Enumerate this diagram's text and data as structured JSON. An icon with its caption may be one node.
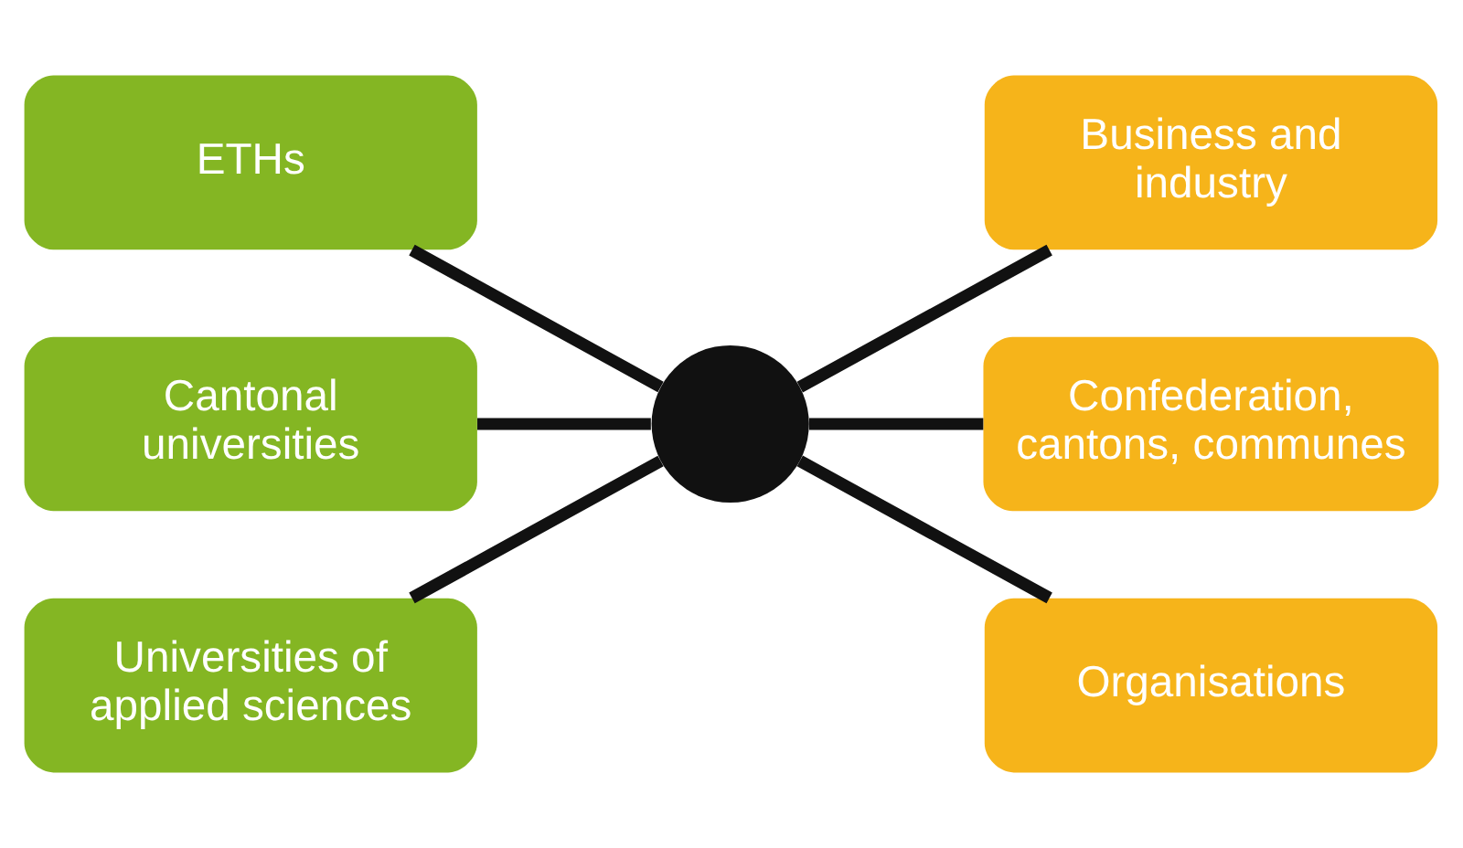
{
  "diagram": {
    "nodes": [
      {
        "text": [
          "ETHs"
        ]
      },
      {
        "text": [
          "Cantonal universities"
        ]
      },
      {
        "text": [
          "Universities of applied sciences"
        ]
      },
      {
        "text": [
          "Business and industry"
        ]
      },
      {
        "text": [
          "Confederation, cantons, communes"
        ]
      },
      {
        "text": [
          "Organisations"
        ]
      },
      {
        "text": [],
        "shape": "circle"
      }
    ],
    "edges": [
      {
        "from": 0,
        "to": 6,
        "arrow": "none"
      },
      {
        "from": 1,
        "to": 6,
        "arrow": "none"
      },
      {
        "from": 2,
        "to": 6,
        "arrow": "none"
      },
      {
        "from": 6,
        "to": 3,
        "arrow": "none"
      },
      {
        "from": 6,
        "to": 4,
        "arrow": "none"
      },
      {
        "from": 6,
        "to": 5,
        "arrow": "none"
      }
    ]
  }
}
